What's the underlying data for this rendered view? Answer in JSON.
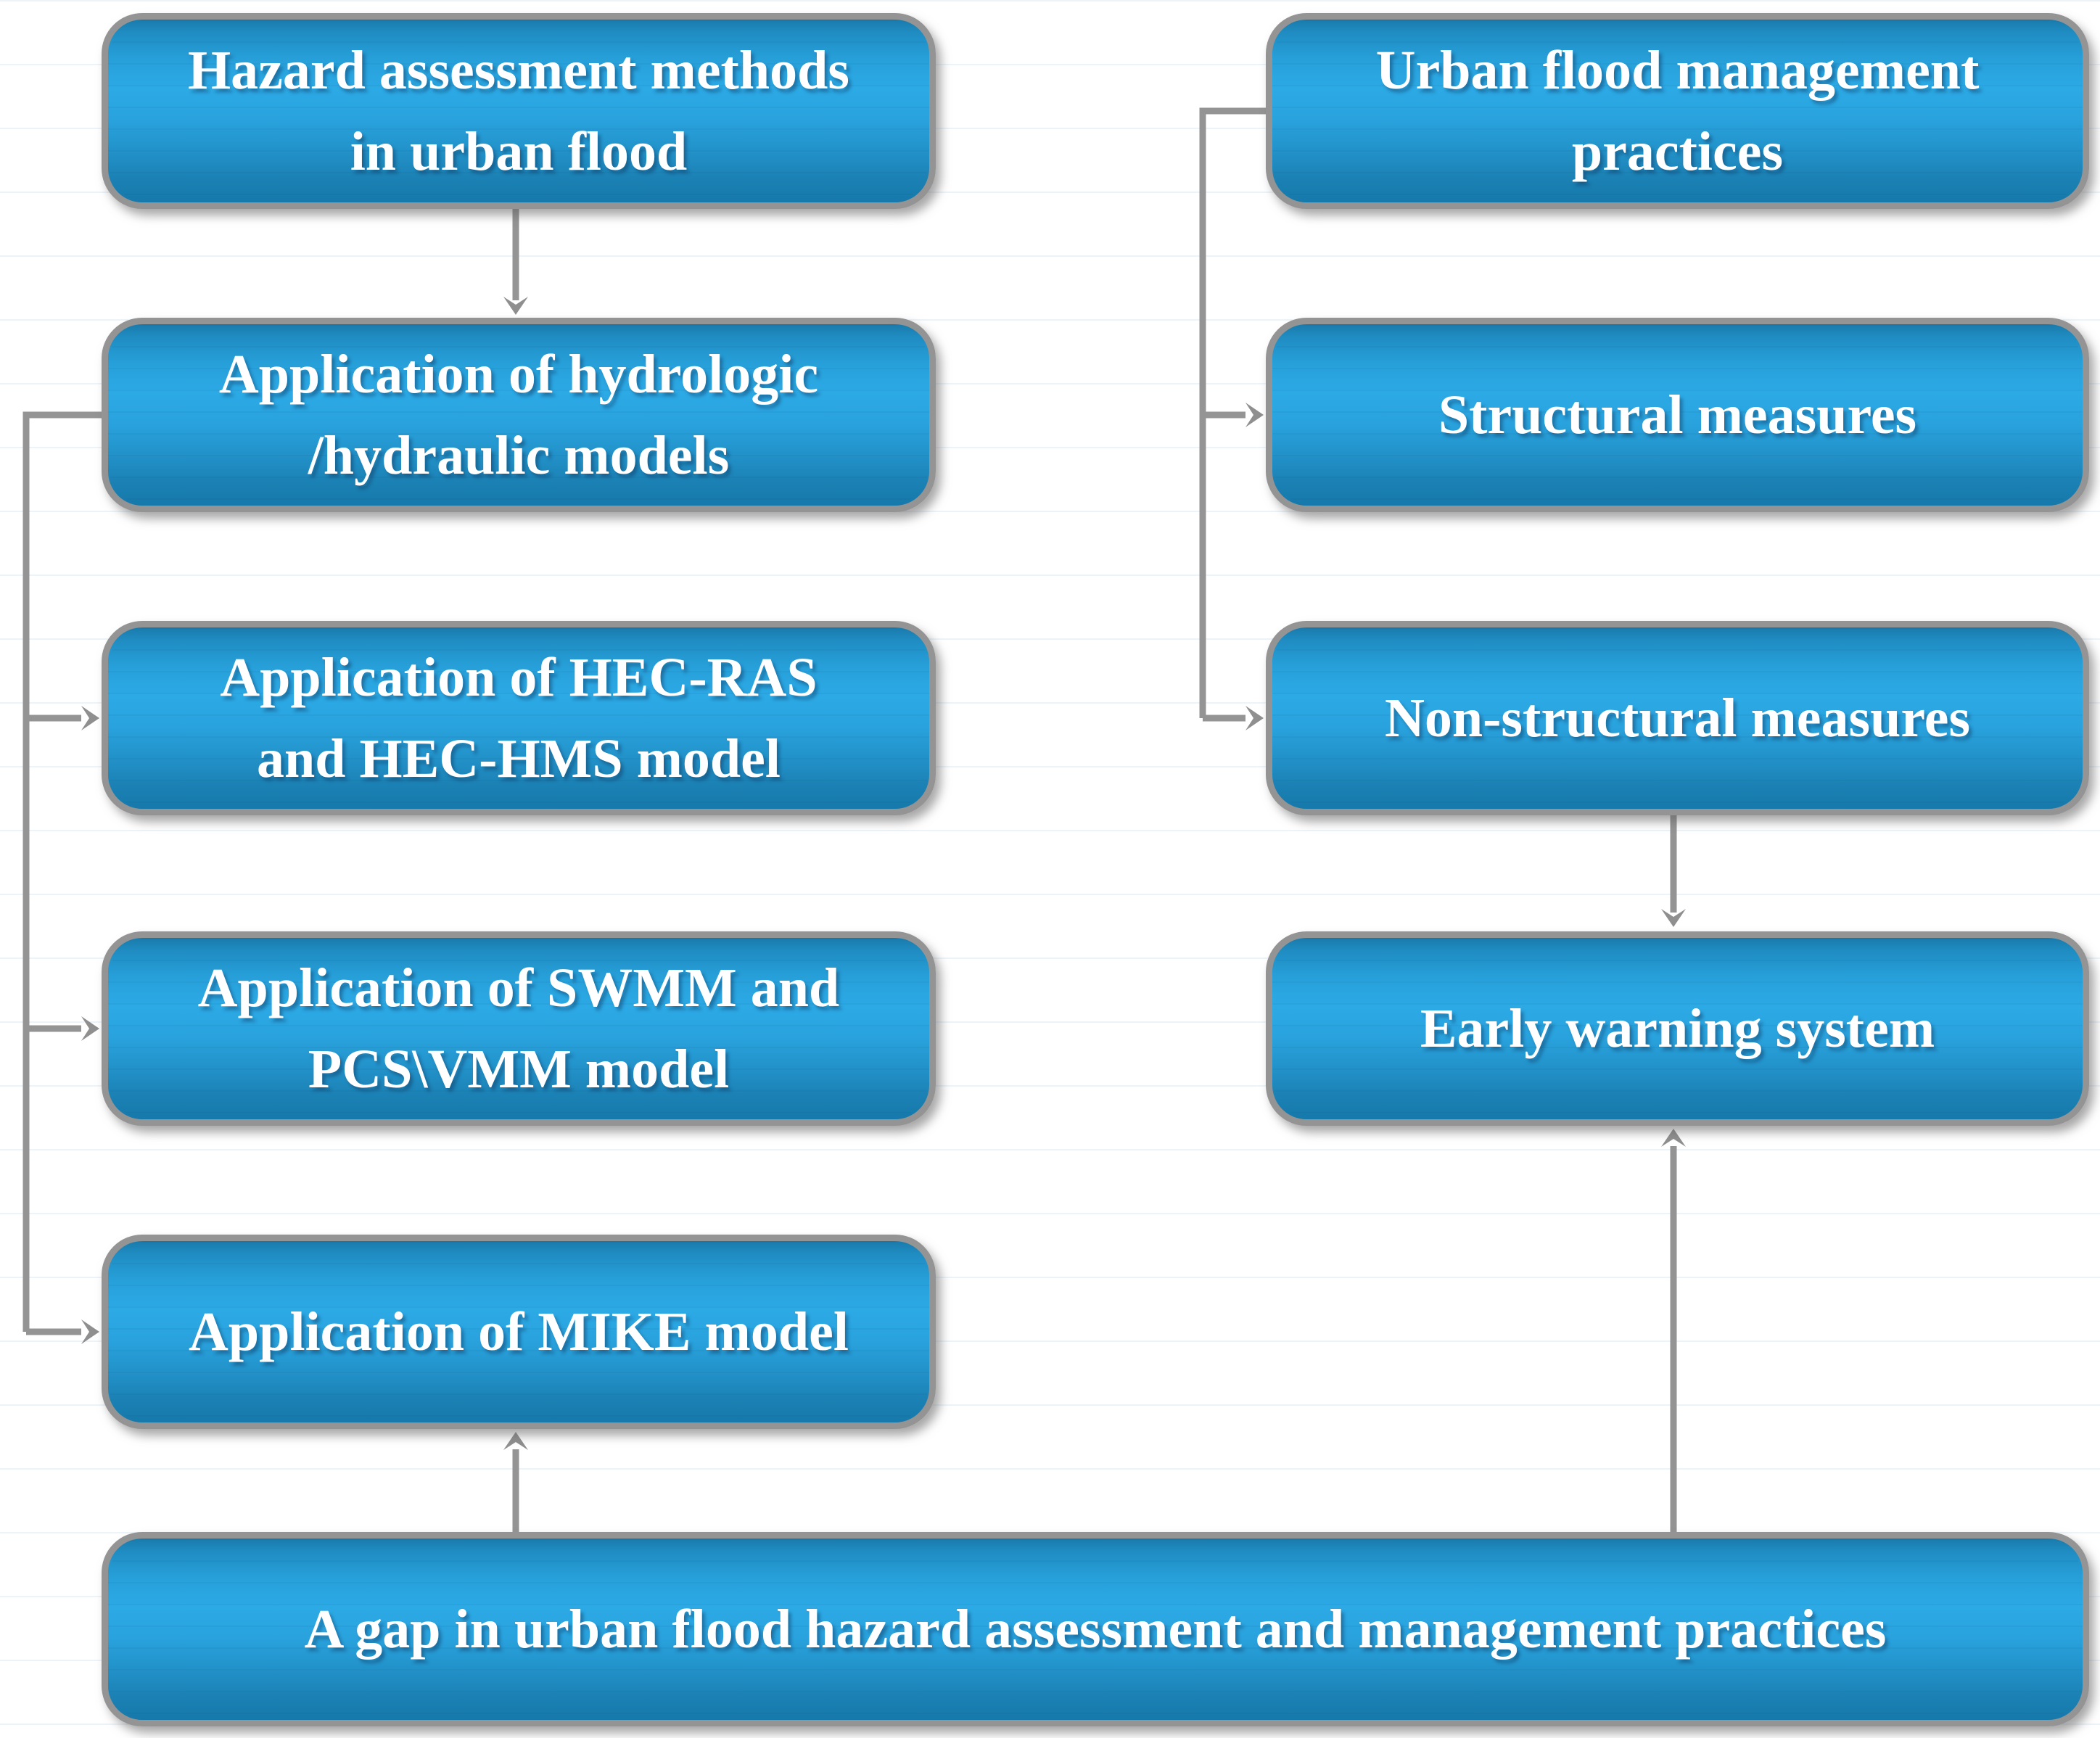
{
  "figure": {
    "type": "flowchart",
    "background": "#ffffff",
    "colors": {
      "box_fill_top": "#1a7aab",
      "box_fill_bright": "#2caae6",
      "box_fill_bottom": "#1579ab",
      "box_border": "#949494",
      "box_text": "#ffffff",
      "connector": "#949494"
    },
    "nodes": [
      {
        "id": "hazard",
        "label": "Hazard assessment methods\nin urban flood"
      },
      {
        "id": "hydrologic",
        "label": "Application of hydrologic\n/hydraulic models"
      },
      {
        "id": "hecras",
        "label": "Application of HEC-RAS\nand HEC-HMS model"
      },
      {
        "id": "swmm",
        "label": "Application of SWMM and\nPCS\\VMM model"
      },
      {
        "id": "mike",
        "label": "Application of MIKE model"
      },
      {
        "id": "management",
        "label": "Urban flood management\npractices"
      },
      {
        "id": "structural",
        "label": "Structural measures"
      },
      {
        "id": "nonstructural",
        "label": "Non-structural measures"
      },
      {
        "id": "earlywarning",
        "label": "Early warning system"
      },
      {
        "id": "gap",
        "label": "A gap in urban flood hazard assessment and management practices"
      }
    ],
    "edges": [
      {
        "from": "hazard",
        "to": "hydrologic"
      },
      {
        "from": "hydrologic",
        "to": "hecras"
      },
      {
        "from": "hydrologic",
        "to": "swmm"
      },
      {
        "from": "hydrologic",
        "to": "mike"
      },
      {
        "from": "management",
        "to": "structural"
      },
      {
        "from": "management",
        "to": "nonstructural"
      },
      {
        "from": "nonstructural",
        "to": "earlywarning"
      },
      {
        "from": "gap",
        "to": "mike"
      },
      {
        "from": "gap",
        "to": "earlywarning"
      }
    ]
  }
}
